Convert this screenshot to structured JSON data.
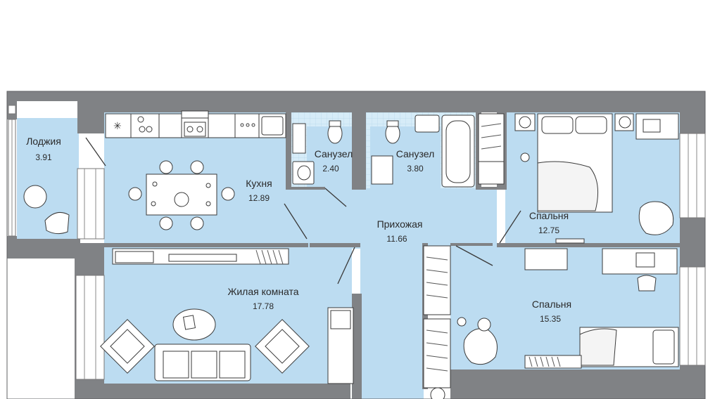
{
  "floorplan": {
    "colors": {
      "floor": "#bcdcf1",
      "wall": "#808285",
      "tile": "#d4ebf7",
      "furniture": "#ffffff",
      "line": "#3a3a3a"
    },
    "rooms": [
      {
        "id": "loggia",
        "label": "Лоджия",
        "area": "3.91"
      },
      {
        "id": "kitchen",
        "label": "Кухня",
        "area": "12.89"
      },
      {
        "id": "bathroom-1",
        "label": "Санузел",
        "area": "2.40"
      },
      {
        "id": "bathroom-2",
        "label": "Санузел",
        "area": "3.80"
      },
      {
        "id": "hallway",
        "label": "Прихожая",
        "area": "11.66"
      },
      {
        "id": "bedroom-1",
        "label": "Спальня",
        "area": "12.75"
      },
      {
        "id": "living-room",
        "label": "Жилая комната",
        "area": "17.78"
      },
      {
        "id": "bedroom-2",
        "label": "Спальня",
        "area": "15.35"
      }
    ]
  }
}
